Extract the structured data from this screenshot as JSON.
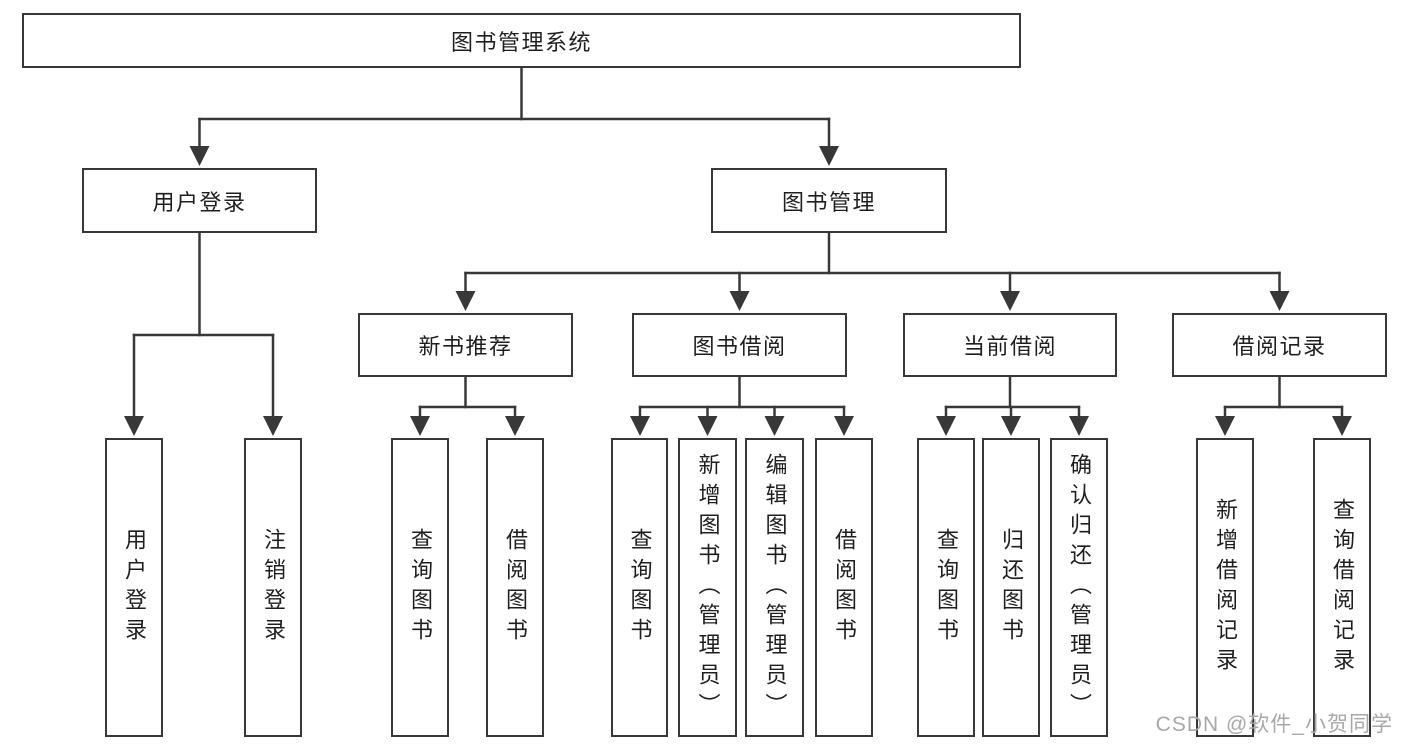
{
  "tree": {
    "label": "图书管理系统",
    "children": [
      {
        "label": "用户登录",
        "children": [
          {
            "label": "用户登录"
          },
          {
            "label": "注销登录"
          }
        ]
      },
      {
        "label": "图书管理",
        "children": [
          {
            "label": "新书推荐",
            "children": [
              {
                "label": "查询图书"
              },
              {
                "label": "借阅图书"
              }
            ]
          },
          {
            "label": "图书借阅",
            "children": [
              {
                "label": "查询图书"
              },
              {
                "label": "新增图书（管理员）"
              },
              {
                "label": "编辑图书（管理员）"
              },
              {
                "label": "借阅图书"
              }
            ]
          },
          {
            "label": "当前借阅",
            "children": [
              {
                "label": "查询图书"
              },
              {
                "label": "归还图书"
              },
              {
                "label": "确认归还（管理员）"
              }
            ]
          },
          {
            "label": "借阅记录",
            "children": [
              {
                "label": "新增借阅记录"
              },
              {
                "label": "查询借阅记录"
              }
            ]
          }
        ]
      }
    ]
  },
  "watermark": {
    "text": "CSDN @软件_小贺同学"
  },
  "colors": {
    "line": "#383838",
    "text": "#1f1f1f",
    "watermark": "#a9a9a9",
    "background": "#ffffff"
  }
}
